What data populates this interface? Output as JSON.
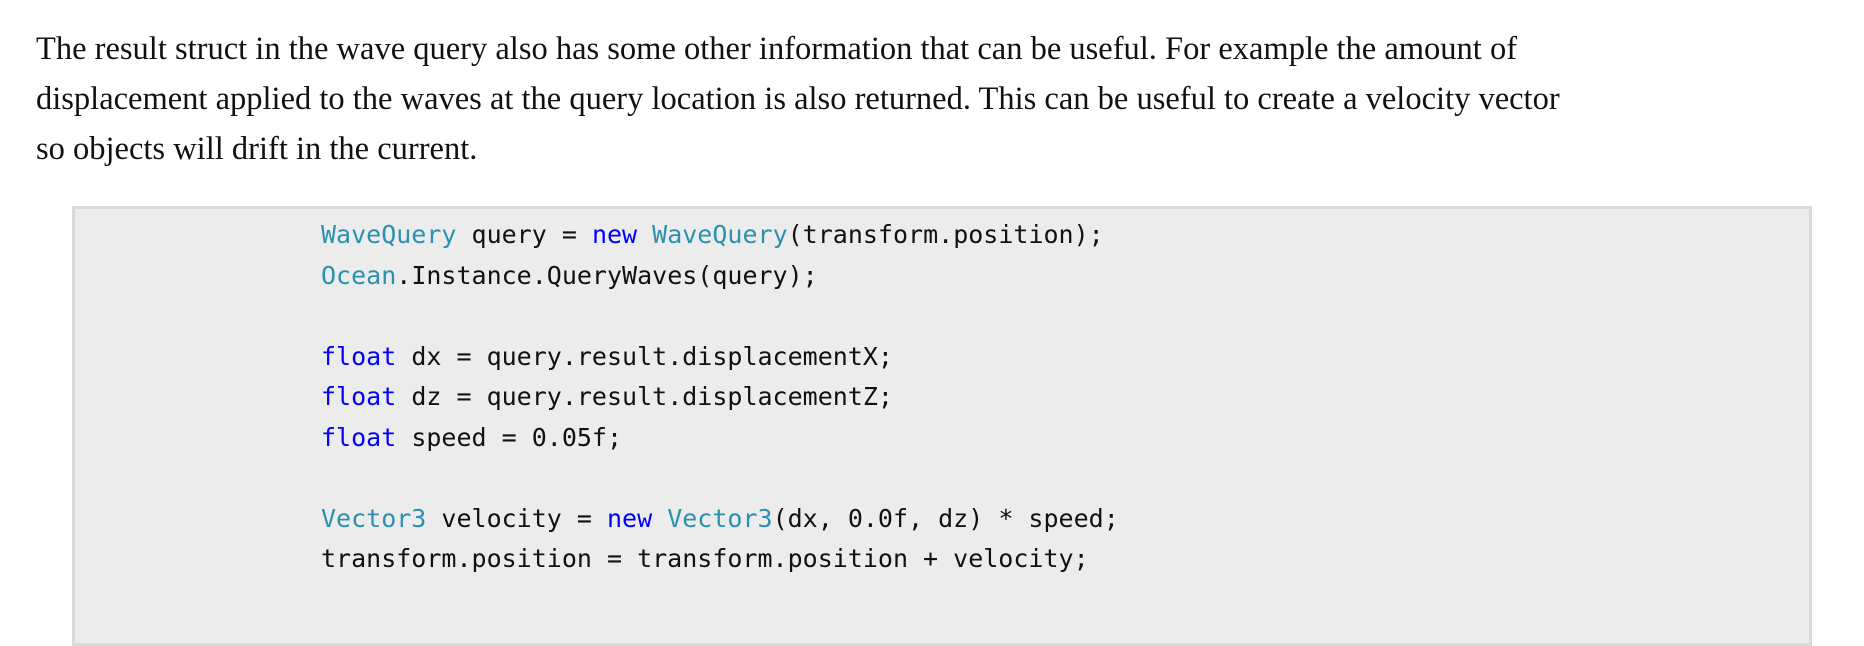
{
  "paragraph": {
    "lines": [
      "The result struct in the wave query also has some other information that can be useful. For example the amount of",
      "displacement applied to the waves at the query location is also returned. This can be useful to create a velocity vector",
      "so objects will drift in the current."
    ]
  },
  "code": {
    "colors": {
      "type": "#2b91af",
      "keyword": "#0000ff",
      "text": "#111111",
      "background": "#ececec"
    },
    "lines": [
      [
        {
          "k": "t",
          "s": "WaveQuery"
        },
        {
          "k": "p",
          "s": " query = "
        },
        {
          "k": "k",
          "s": "new"
        },
        {
          "k": "p",
          "s": " "
        },
        {
          "k": "t",
          "s": "WaveQuery"
        },
        {
          "k": "p",
          "s": "(transform.position);"
        }
      ],
      [
        {
          "k": "t",
          "s": "Ocean"
        },
        {
          "k": "p",
          "s": ".Instance.QueryWaves(query);"
        }
      ],
      [],
      [
        {
          "k": "k",
          "s": "float"
        },
        {
          "k": "p",
          "s": " dx = query.result.displacementX;"
        }
      ],
      [
        {
          "k": "k",
          "s": "float"
        },
        {
          "k": "p",
          "s": " dz = query.result.displacementZ;"
        }
      ],
      [
        {
          "k": "k",
          "s": "float"
        },
        {
          "k": "p",
          "s": " speed = 0.05f;"
        }
      ],
      [],
      [
        {
          "k": "t",
          "s": "Vector3"
        },
        {
          "k": "p",
          "s": " velocity = "
        },
        {
          "k": "k",
          "s": "new"
        },
        {
          "k": "p",
          "s": " "
        },
        {
          "k": "t",
          "s": "Vector3"
        },
        {
          "k": "p",
          "s": "(dx, 0.0f, dz) * speed;"
        }
      ],
      [
        {
          "k": "p",
          "s": "transform.position = transform.position + velocity;"
        }
      ]
    ]
  }
}
